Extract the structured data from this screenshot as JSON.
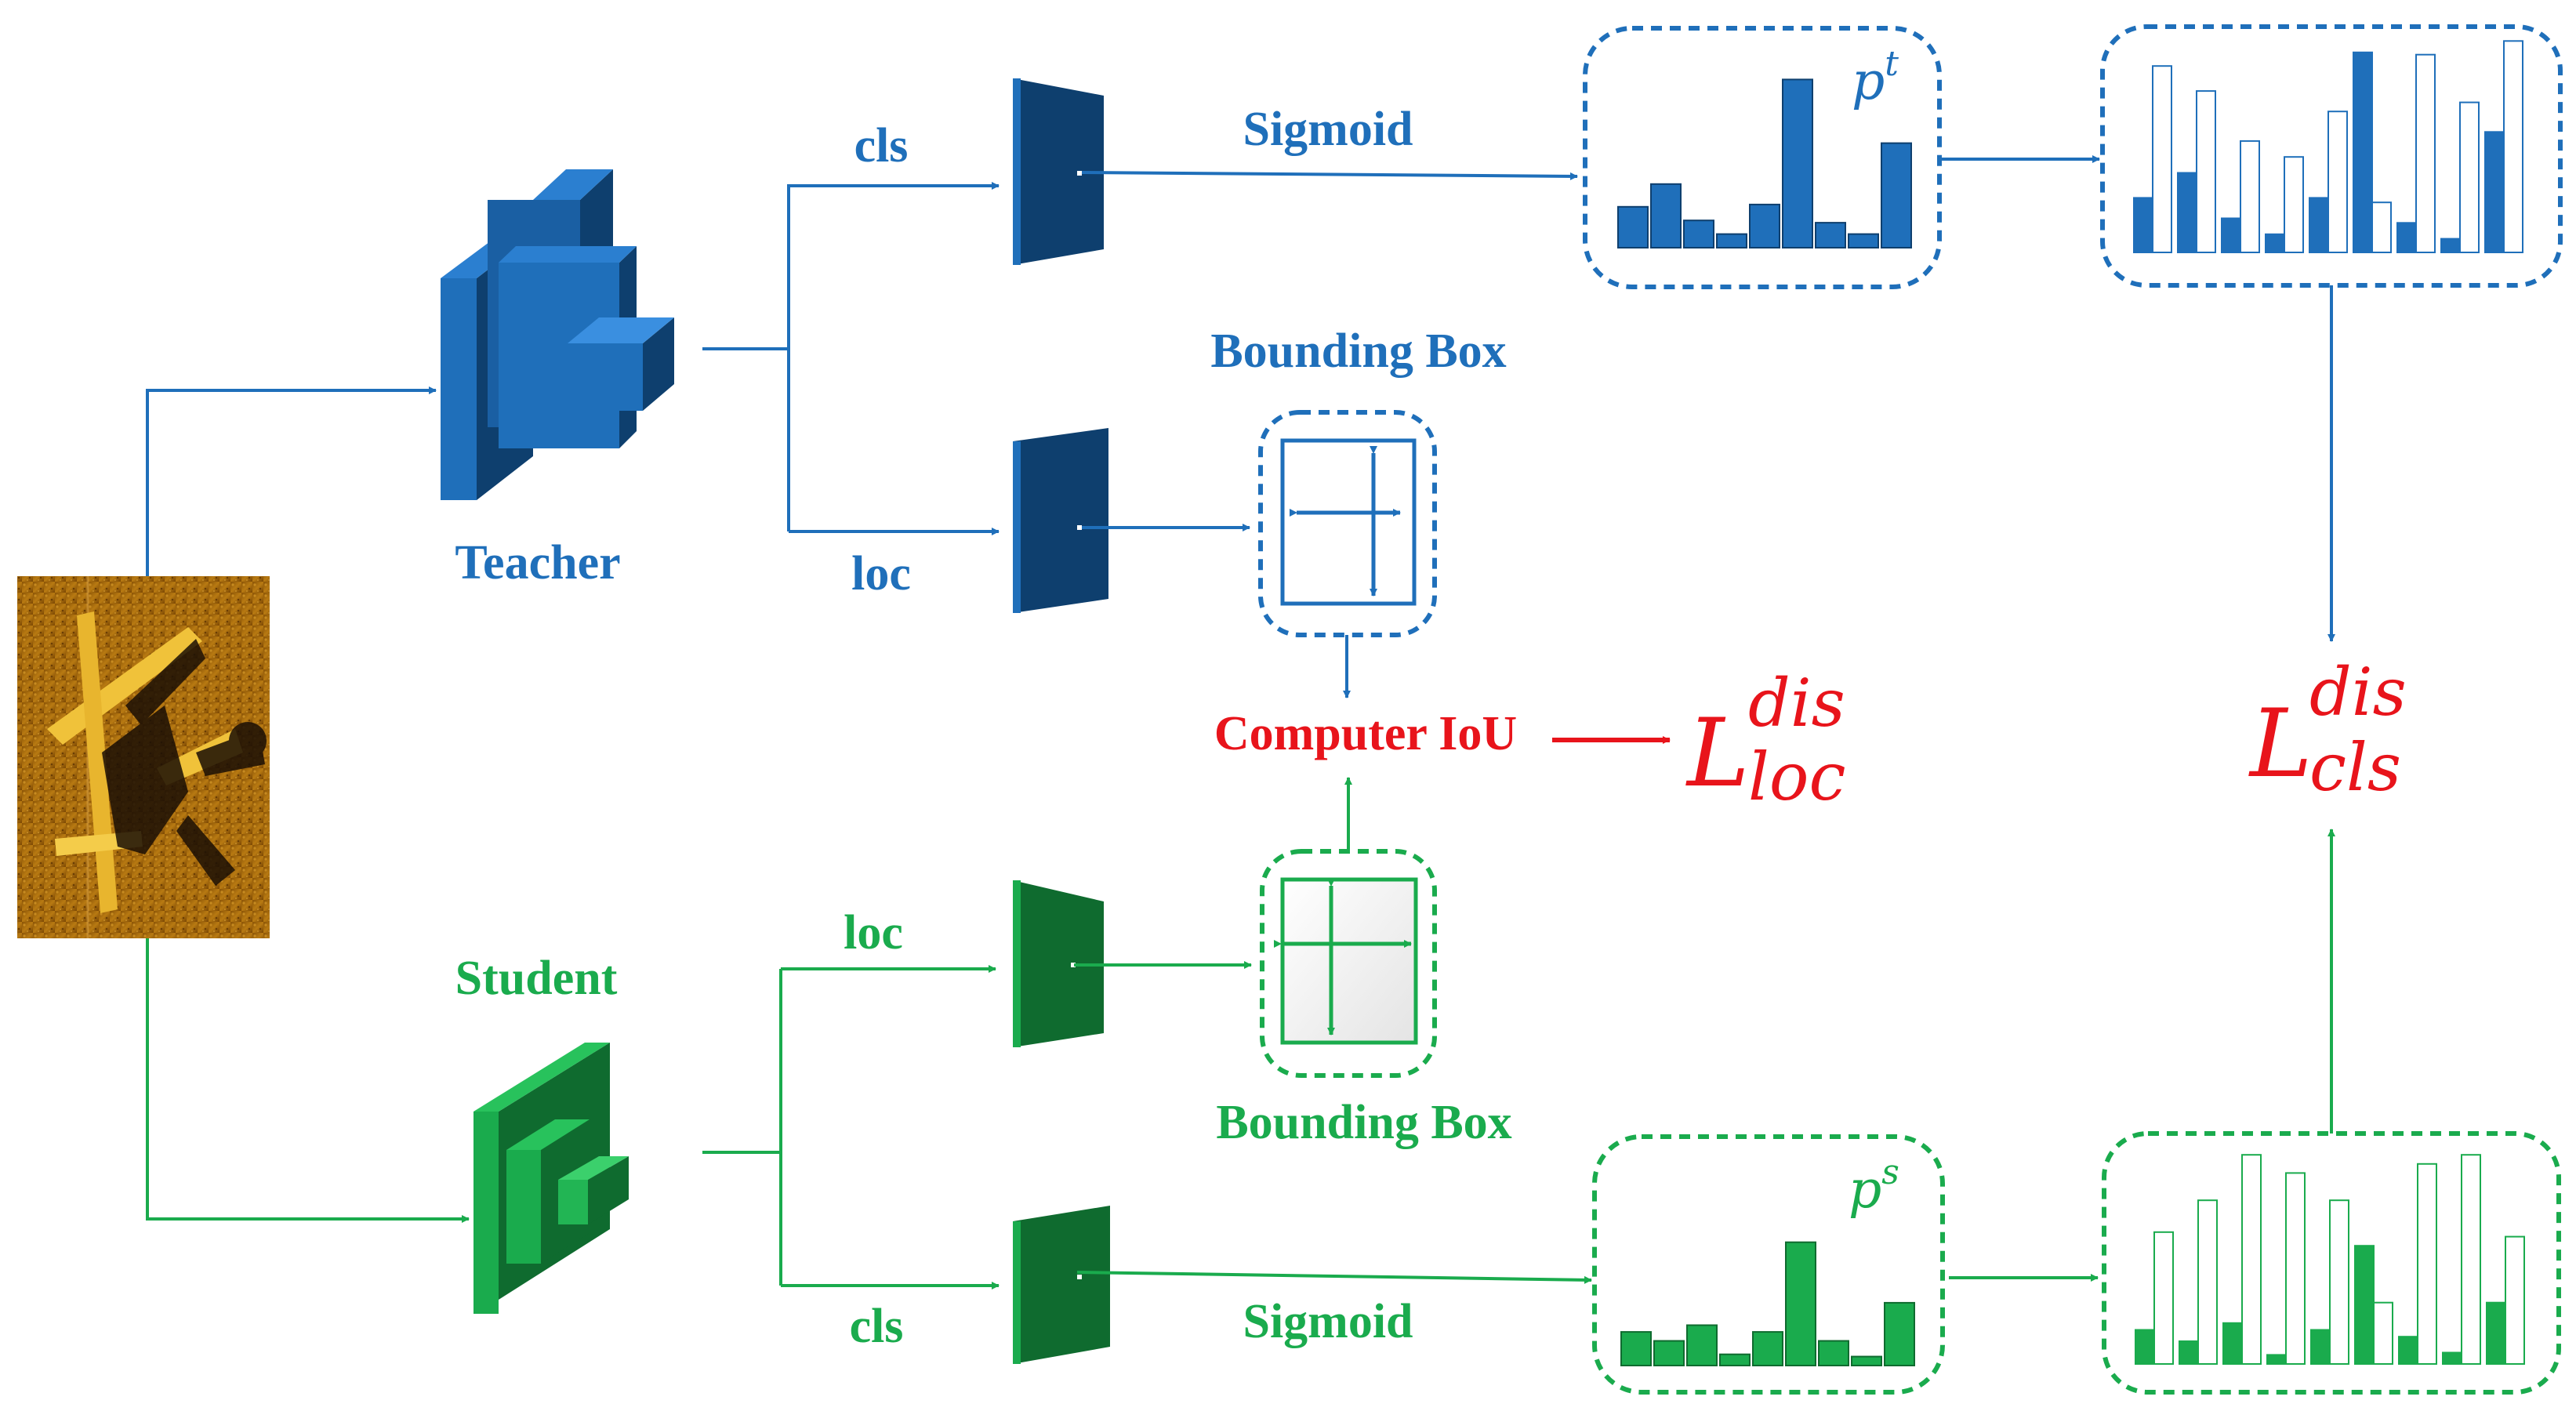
{
  "colors": {
    "teacher": "#1f6fba",
    "teacher_dark": "#0e3f6e",
    "student": "#1aab4d",
    "student_dark": "#0f6b2f",
    "loss": "#e8141b"
  },
  "teacher": {
    "label": "Teacher",
    "cls_label": "cls",
    "loc_label": "loc",
    "sigmoid_label": "Sigmoid",
    "bbox_label": "Bounding Box",
    "prob_symbol": "p",
    "prob_superscript": "t",
    "prob_bars": [
      0.18,
      0.28,
      0.12,
      0.06,
      0.19,
      0.74,
      0.11,
      0.06,
      0.46
    ]
  },
  "student": {
    "label": "Student",
    "loc_label": "loc",
    "cls_label": "cls",
    "sigmoid_label": "Sigmoid",
    "bbox_label": "Bounding Box",
    "prob_symbol": "p",
    "prob_superscript": "s",
    "prob_bars": [
      0.15,
      0.11,
      0.18,
      0.05,
      0.15,
      0.55,
      0.11,
      0.04,
      0.28
    ]
  },
  "compare": {
    "teacher_pairs": [
      [
        0.24,
        0.82
      ],
      [
        0.35,
        0.71
      ],
      [
        0.15,
        0.49
      ],
      [
        0.08,
        0.42
      ],
      [
        0.24,
        0.62
      ],
      [
        0.88,
        0.22
      ],
      [
        0.13,
        0.87
      ],
      [
        0.06,
        0.66
      ],
      [
        0.53,
        0.93
      ]
    ],
    "student_pairs": [
      [
        0.15,
        0.58
      ],
      [
        0.1,
        0.72
      ],
      [
        0.18,
        0.92
      ],
      [
        0.04,
        0.84
      ],
      [
        0.15,
        0.72
      ],
      [
        0.52,
        0.27
      ],
      [
        0.12,
        0.88
      ],
      [
        0.05,
        0.92
      ],
      [
        0.27,
        0.56
      ]
    ]
  },
  "iou": {
    "label": "Computer IoU"
  },
  "loss_loc": {
    "symbol": "L",
    "sup": "dis",
    "sub": "loc"
  },
  "loss_cls": {
    "symbol": "L",
    "sup": "dis",
    "sub": "cls"
  }
}
